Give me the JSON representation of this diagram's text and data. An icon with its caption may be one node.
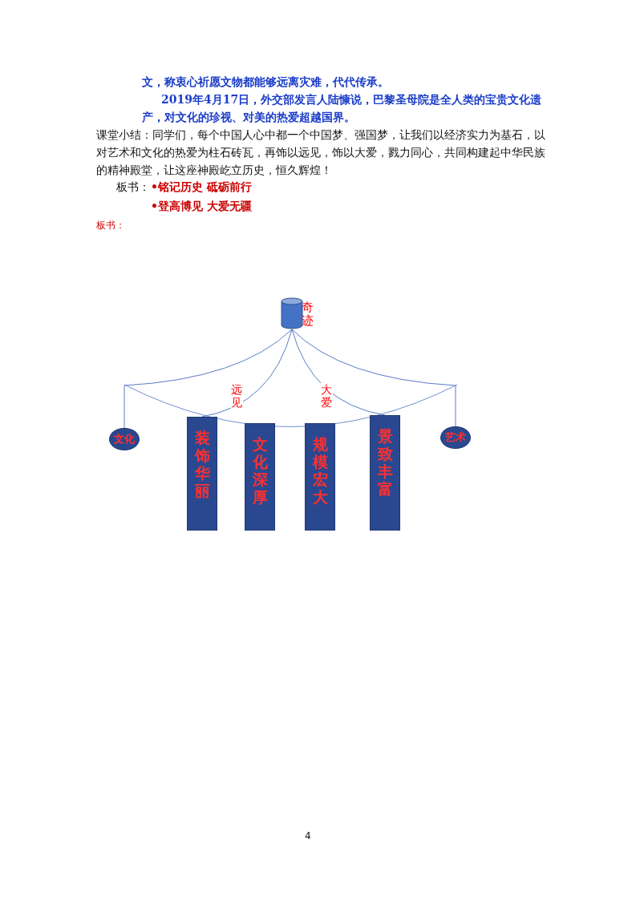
{
  "diagram": {
    "nodes": [
      {
        "text": [
          "奇迹"
        ]
      },
      {
        "text": [
          "文化"
        ]
      },
      {
        "text": [
          "艺术"
        ]
      },
      {
        "text": [
          "装饰华丽"
        ]
      },
      {
        "text": [
          "文化深厚"
        ]
      },
      {
        "text": [
          "规模宏大"
        ]
      },
      {
        "text": [
          "景致丰富"
        ]
      }
    ],
    "edges": [
      {
        "from": 0,
        "to": 1,
        "arrow": "none"
      },
      {
        "from": 0,
        "to": 3,
        "arrow": "none",
        "label": "远见"
      },
      {
        "from": 0,
        "to": 6,
        "arrow": "none",
        "label": "大爱"
      },
      {
        "from": 0,
        "to": 2,
        "arrow": "none"
      }
    ],
    "labels": [
      "文，称衷心祈愿文物都能够远离灾难，代代传承。",
      "2019年4月17日，外交部发言人陆慷说，巴黎圣母院是全人类的宝贵文化遗产，对文化的珍视、对美的热爱超越国界。",
      "课堂小结：同学们，每个中国人心中都一个中国梦、强国梦，让我们以经济实力为基石，以对艺术和文化的热爱为柱石砖瓦，再饰以远见，饰以大爱，戮力同心，共同构建起中华民族的精神殿堂，让这座神殿屹立历史，恒久辉煌！",
      "板书：",
      "•铭记历史 砥砺前行",
      "•登高博见 大爱无疆",
      "板书：",
      "4"
    ]
  }
}
